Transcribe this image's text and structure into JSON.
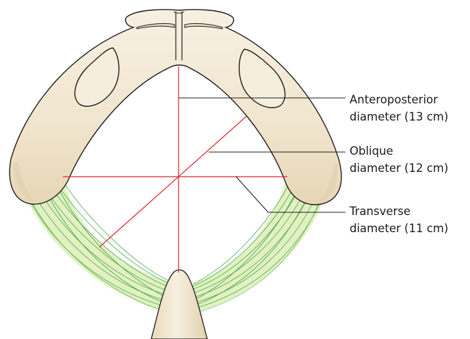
{
  "labels": {
    "anteroposterior": {
      "line1": "Anteroposterior",
      "line2": "diameter (13 cm)"
    },
    "oblique": {
      "line1": "Oblique",
      "line2": "diameter (12 cm)"
    },
    "transverse": {
      "line1": "Transverse",
      "line2": "diameter (11 cm)"
    }
  },
  "colors": {
    "bone_fill": "#f3ead8",
    "bone_outline": "#1a1a1a",
    "measure_lines": "#e0202a",
    "ligament_fill": "#d6e9a8",
    "ligament_fibers": "#3aa845",
    "leader_lines": "#1a1a1a"
  }
}
